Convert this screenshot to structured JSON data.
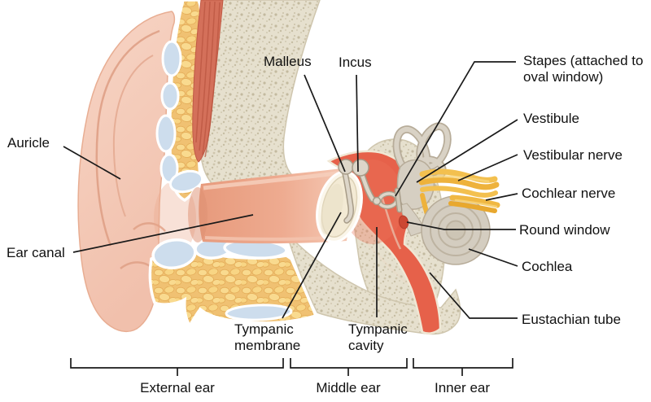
{
  "figure": {
    "labels": {
      "auricle": "Auricle",
      "ear_canal": "Ear canal",
      "malleus": "Malleus",
      "incus": "Incus",
      "stapes": "Stapes (attached to oval window)",
      "vestibule": "Vestibule",
      "vestibular_nerve": "Vestibular nerve",
      "cochlear_nerve": "Cochlear nerve",
      "round_window": "Round window",
      "cochlea": "Cochlea",
      "eustachian_tube": "Eustachian tube",
      "tympanic_membrane": "Tympanic membrane",
      "tympanic_cavity": "Tympanic cavity"
    },
    "regions": {
      "external_ear": "External ear",
      "middle_ear": "Middle ear",
      "inner_ear": "Inner ear"
    },
    "colors": {
      "skin": "#f4c9b6",
      "fat": "#f6d489",
      "cartilage": "#cddded",
      "muscle": "#d4705a",
      "bone": "#e6e0ce",
      "tympanic_cavity": "#e6614a",
      "membrane": "#f3ead4",
      "labyrinth": "#d6cfc2",
      "nerve": "#f0b843",
      "annotation_line": "#1a1a1a"
    }
  }
}
